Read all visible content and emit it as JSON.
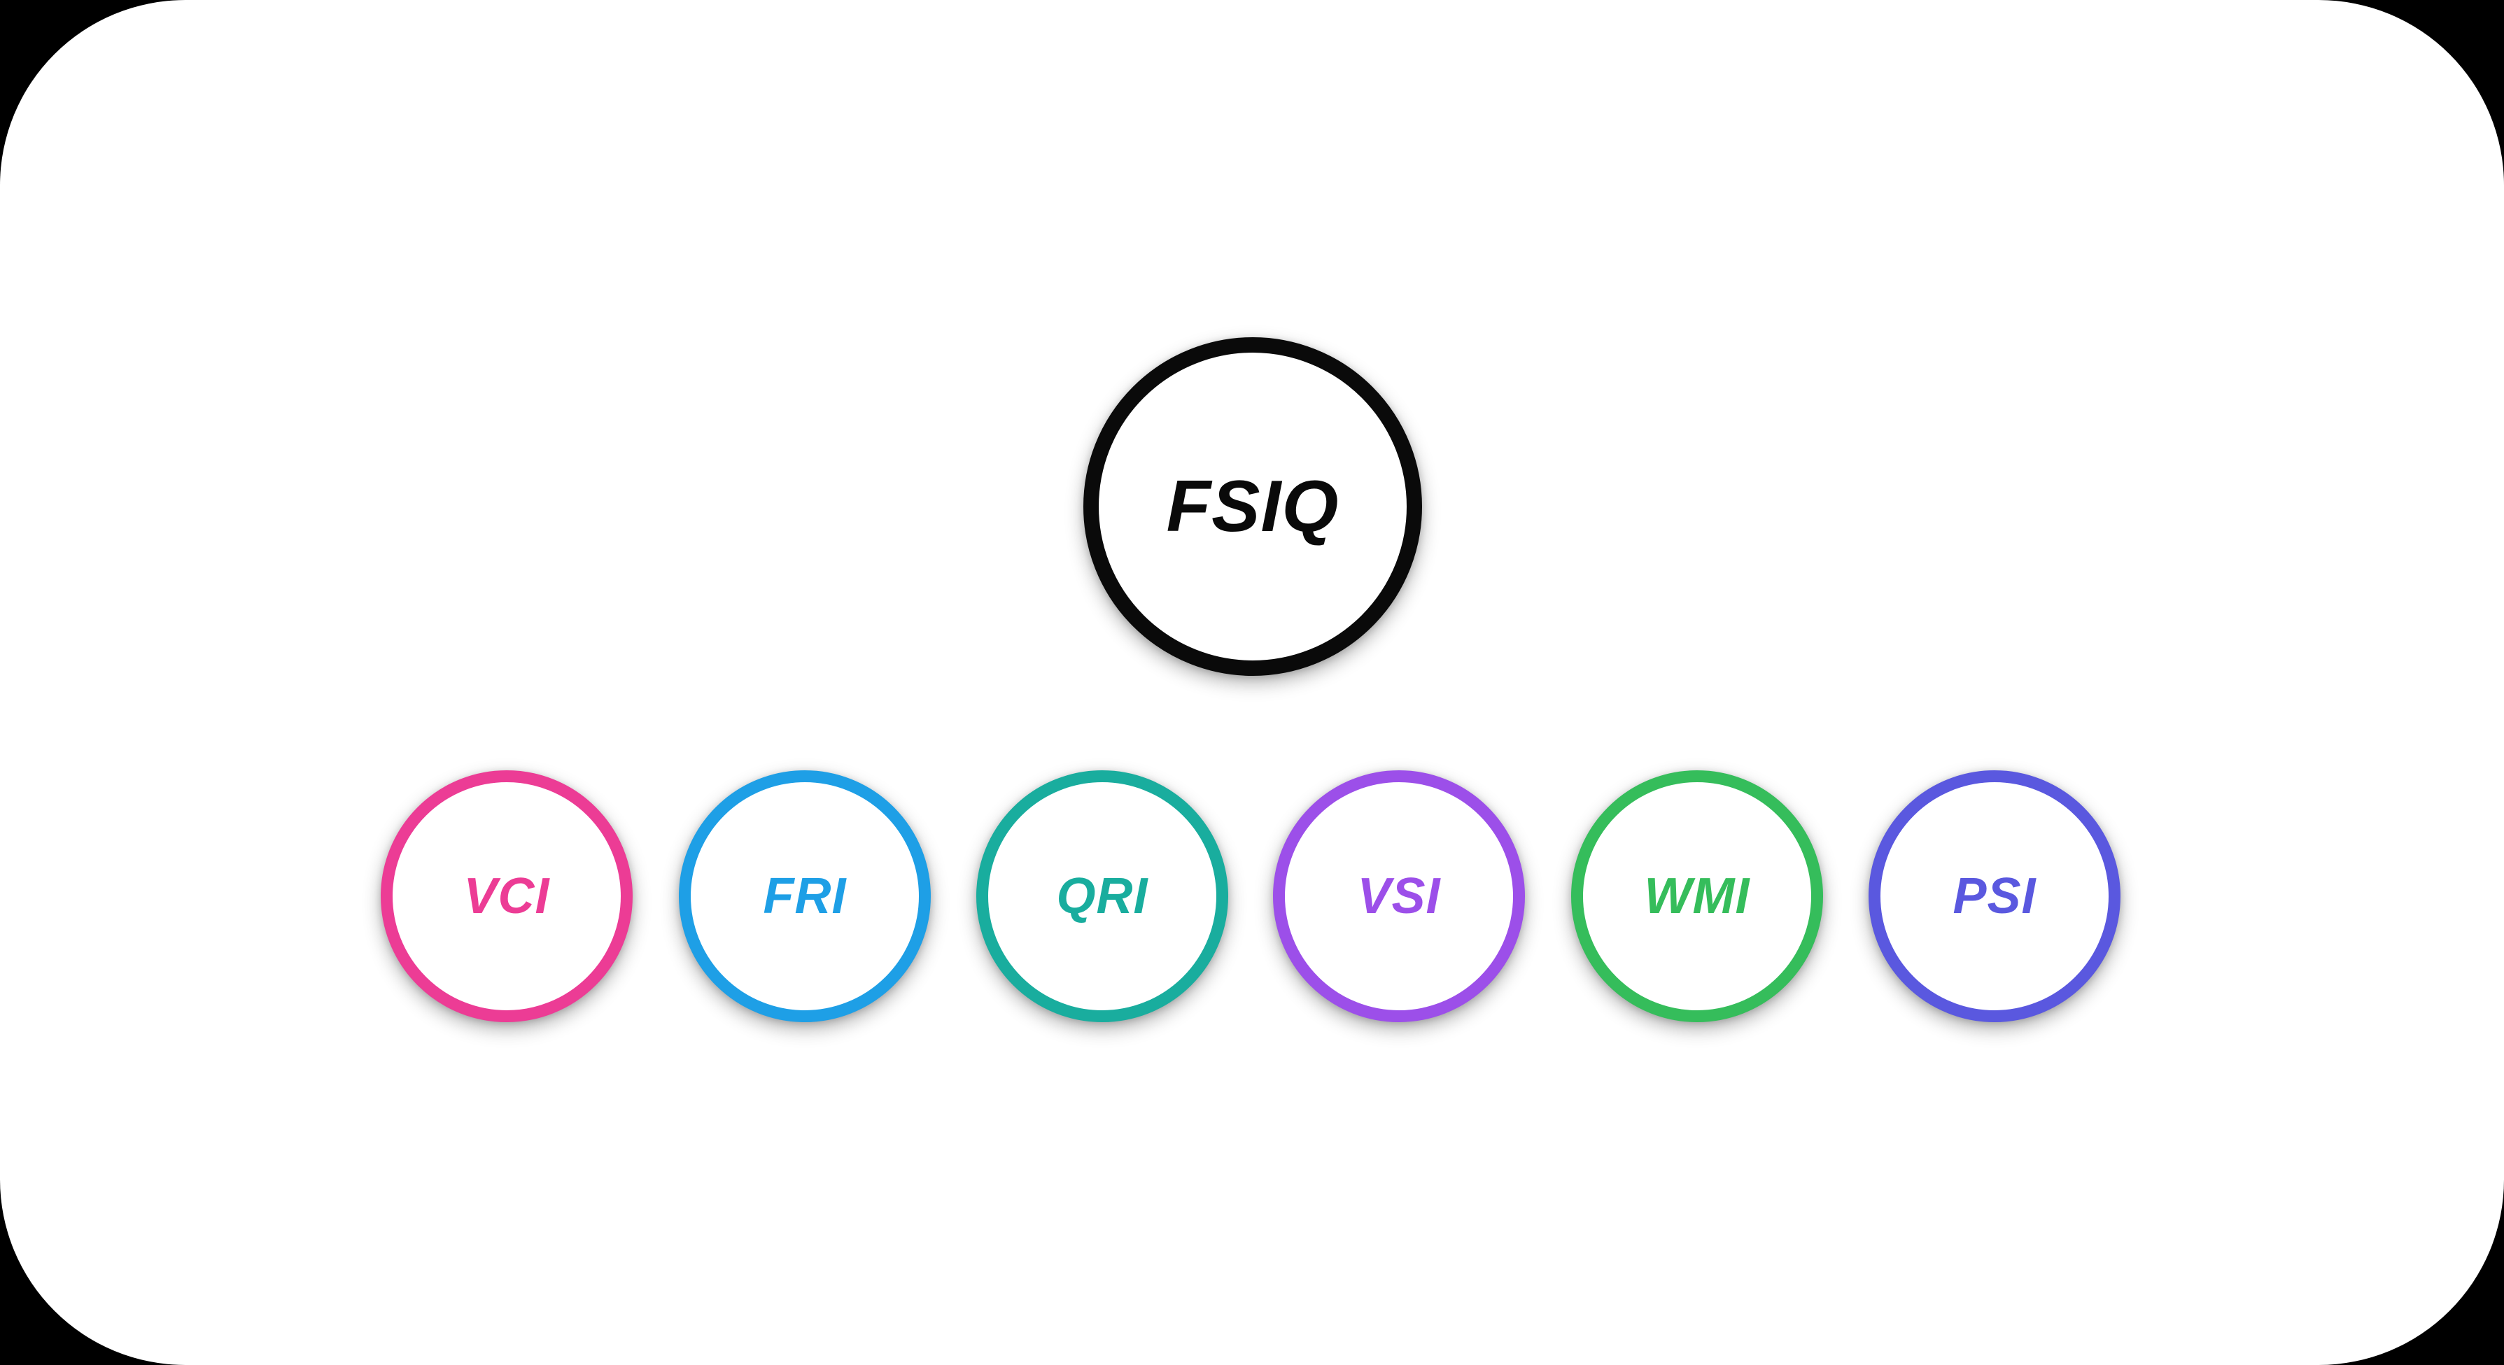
{
  "diagram": {
    "background_color": "#000000",
    "canvas_color": "#ffffff",
    "root": {
      "label": "FSIQ",
      "color": "#0a0a0a"
    },
    "children": [
      {
        "label": "VCI",
        "color": "#ec3c95"
      },
      {
        "label": "FRI",
        "color": "#1e9fe6"
      },
      {
        "label": "QRI",
        "color": "#19ad9e"
      },
      {
        "label": "VSI",
        "color": "#9c4fe9"
      },
      {
        "label": "WMI",
        "color": "#35bd5b"
      },
      {
        "label": "PSI",
        "color": "#5a58df"
      }
    ]
  }
}
